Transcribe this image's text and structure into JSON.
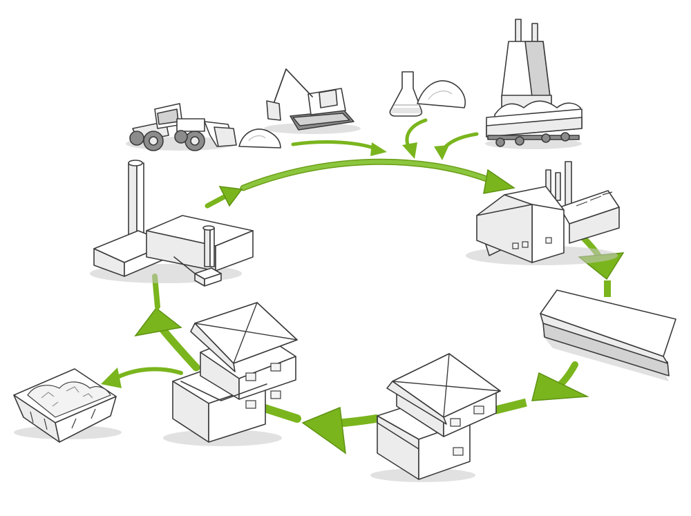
{
  "diagram": {
    "type": "material-cycle",
    "accent_color": "#7ab51d",
    "accent_dark": "#5e9212",
    "stages": [
      {
        "id": "raw-materials",
        "icons": [
          "wheel-loader-icon",
          "excavator-icon",
          "sand-pile-icon",
          "lab-flask-icon",
          "powder-pile-icon",
          "blast-furnace-icon",
          "rail-wagon-icon"
        ]
      },
      {
        "id": "production",
        "icons": [
          "factory-icon"
        ]
      },
      {
        "id": "product",
        "icons": [
          "building-panel-icon"
        ]
      },
      {
        "id": "new-building",
        "icons": [
          "house-icon"
        ]
      },
      {
        "id": "used-building",
        "icons": [
          "house-icon"
        ]
      },
      {
        "id": "waste",
        "icons": [
          "skip-container-icon"
        ]
      },
      {
        "id": "recycling",
        "icons": [
          "recycling-plant-icon"
        ]
      }
    ],
    "flows": [
      {
        "from": "raw-materials",
        "to": "production"
      },
      {
        "from": "production",
        "to": "product"
      },
      {
        "from": "product",
        "to": "new-building"
      },
      {
        "from": "new-building",
        "to": "used-building"
      },
      {
        "from": "used-building",
        "to": "waste"
      },
      {
        "from": "used-building",
        "to": "recycling"
      },
      {
        "from": "recycling",
        "to": "production"
      }
    ]
  }
}
